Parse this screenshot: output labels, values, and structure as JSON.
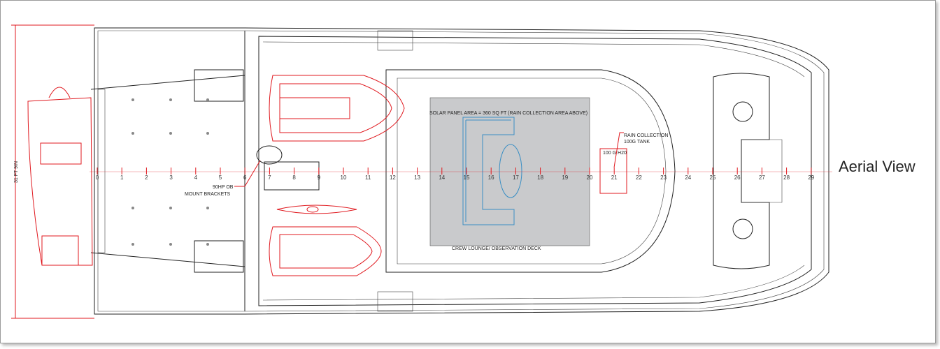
{
  "view_title": "Aerial View",
  "dimension_label": "31 FT 9IN",
  "annotations": {
    "solar_panel": "SOLAR PANEL AREA = 360 SQ FT (RAIN COLLECTION AREA ABOVE)",
    "rain_collection_line1": "RAIN COLLECTION",
    "rain_collection_line2": "100G TANK",
    "tank_label": "100 G H20",
    "outboard_line1": "90HP OB",
    "outboard_line2": "MOUNT BRACKETS",
    "crew_lounge": "CREW LOUNGE/ OBSERVATION DECK"
  },
  "stations": [
    "0",
    "1",
    "2",
    "3",
    "4",
    "5",
    "6",
    "7",
    "8",
    "9",
    "10",
    "11",
    "12",
    "13",
    "14",
    "15",
    "16",
    "17",
    "18",
    "19",
    "20",
    "21",
    "22",
    "23",
    "24",
    "25",
    "26",
    "27",
    "28",
    "29"
  ],
  "colors": {
    "outline": "#222222",
    "red": "#e0191f",
    "blue": "#3b8fc4",
    "panel": "#c9cacc"
  }
}
